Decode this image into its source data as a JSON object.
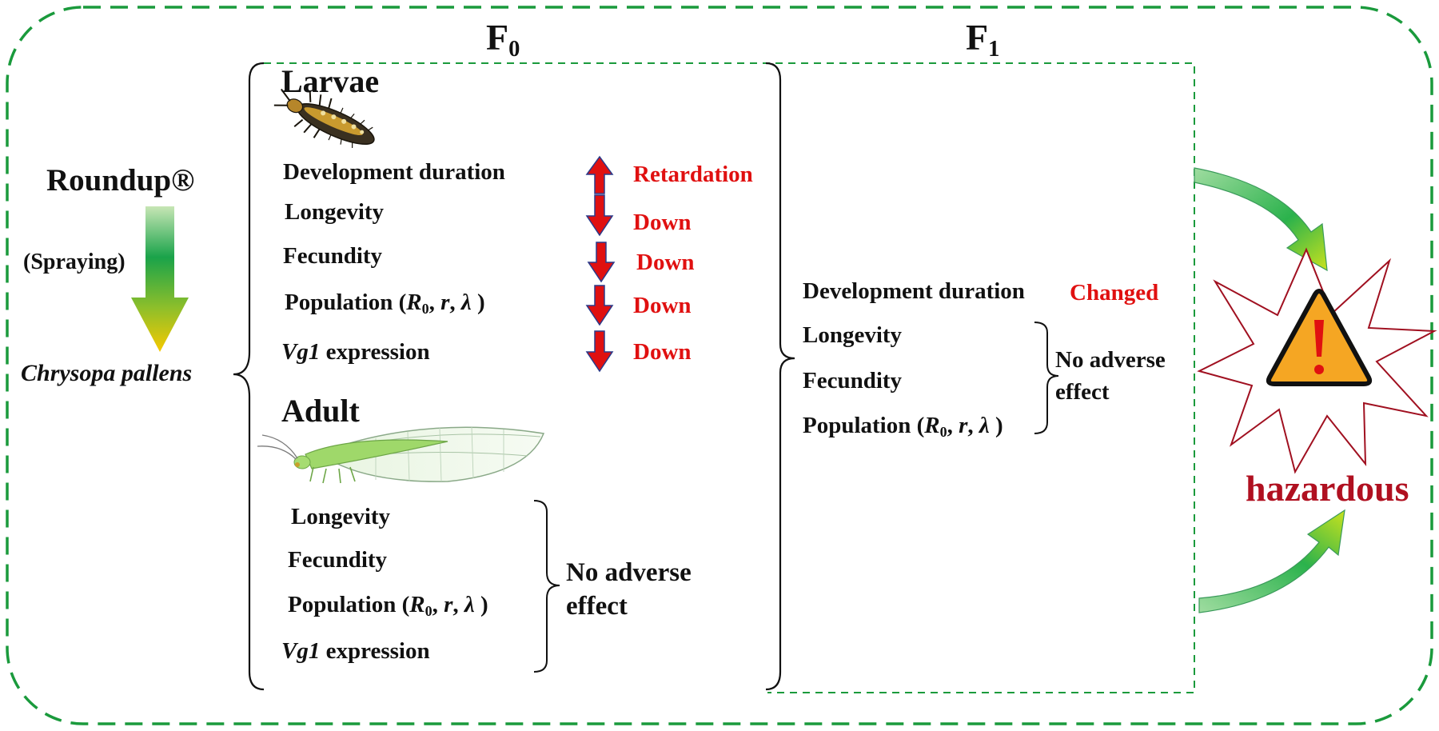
{
  "diagram": {
    "generation_f0": {
      "base": "F",
      "sub": "0"
    },
    "generation_f1": {
      "base": "F",
      "sub": "1"
    },
    "treatment": {
      "product": "Roundup®",
      "method": "(Spraying)",
      "species": "Chrysopa pallens"
    },
    "f0": {
      "larvae": {
        "title": "Larvae",
        "rows": [
          {
            "name": "Development duration",
            "direction": "up",
            "effect": "Retardation"
          },
          {
            "name": "Longevity",
            "direction": "down",
            "effect": "Down"
          },
          {
            "name": "Fecundity",
            "direction": "down",
            "effect": "Down"
          },
          {
            "name_prefix": "Population (",
            "r0": "R",
            "r0_sub": "0",
            "sep1": ", ",
            "r": "r",
            "sep2": ", ",
            "lambda": "λ",
            "close": " )",
            "direction": "down",
            "effect": "Down"
          },
          {
            "gene": "Vg1",
            "suffix": " expression",
            "direction": "down",
            "effect": "Down"
          }
        ]
      },
      "adult": {
        "title": "Adult",
        "rows": [
          "Longevity",
          "Fecundity"
        ],
        "population": {
          "prefix": "Population (",
          "r0": "R",
          "r0_sub": "0",
          "sep1": ", ",
          "r": "r",
          "sep2": ", ",
          "lambda": "λ",
          "close": " )"
        },
        "vg1": {
          "gene": "Vg1",
          "suffix": " expression"
        },
        "conclusion_line1": "No adverse",
        "conclusion_line2": "effect"
      }
    },
    "f1": {
      "development": {
        "name": "Development duration",
        "effect": "Changed"
      },
      "rows": [
        "Longevity",
        "Fecundity"
      ],
      "population": {
        "prefix": "Population (",
        "r0": "R",
        "r0_sub": "0",
        "sep1": ", ",
        "r": "r",
        "sep2": ", ",
        "lambda": "λ",
        "close": " )"
      },
      "conclusion_line1": "No adverse",
      "conclusion_line2": "effect"
    },
    "outcome": "hazardous"
  },
  "colors": {
    "frame_dash": "#1a9a3c",
    "effect_text": "#e01010",
    "arrow_fill": "#e01010",
    "arrow_stroke": "#2a3a8a",
    "hazard_text": "#b01020",
    "starburst_stroke": "#a01020",
    "warning_fill": "#f5a623"
  },
  "icons": [
    "larva-illustration",
    "lacewing-adult-illustration",
    "warning-icon",
    "curved-arrow-icon",
    "gradient-down-arrow-icon"
  ]
}
